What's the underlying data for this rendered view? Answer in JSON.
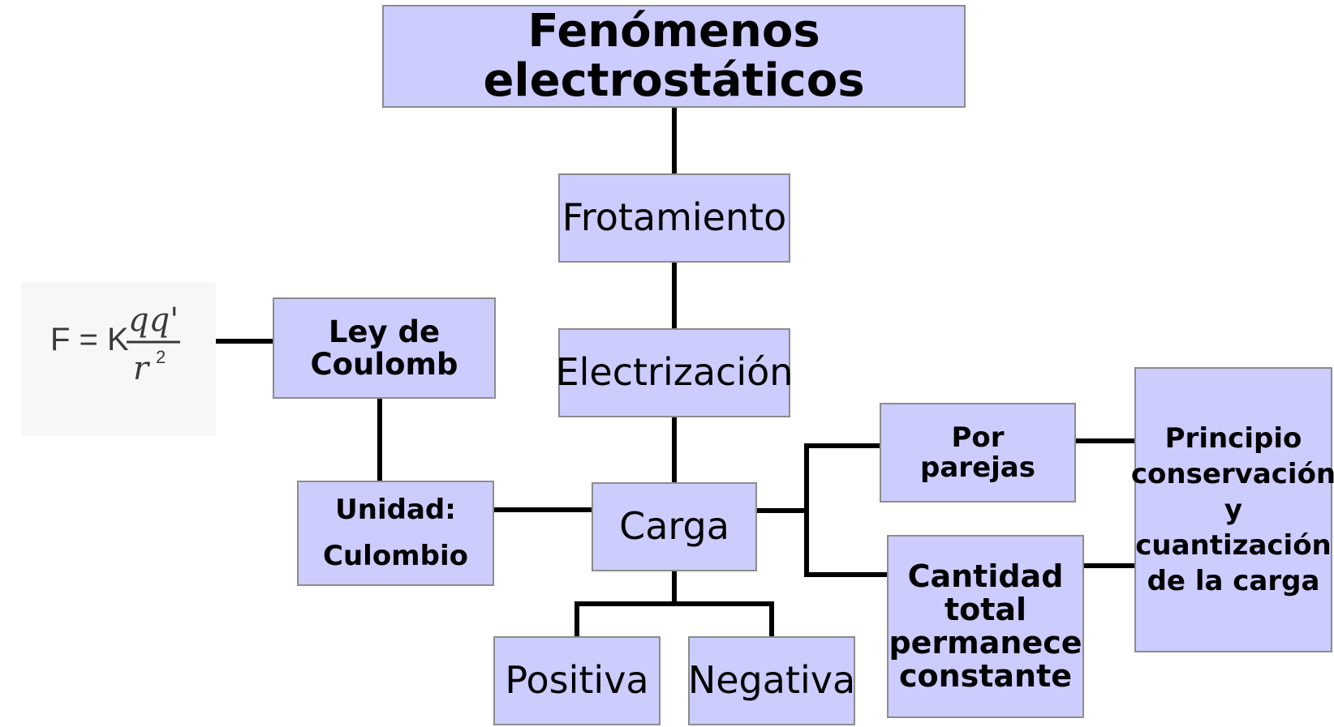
{
  "title": "Fenómenos electrostáticos",
  "nodes": {
    "frotamiento": "Frotamiento",
    "electrizacion": "Electrización",
    "carga": "Carga",
    "positiva": "Positiva",
    "negativa": "Negativa",
    "ley_coulomb": [
      "Ley de",
      "Coulomb"
    ],
    "unidad": [
      "Unidad:",
      "Culombio"
    ],
    "por_parejas": [
      "Por",
      "parejas"
    ],
    "cantidad_total": [
      "Cantidad",
      "total",
      "permanece",
      "constante"
    ],
    "principio": [
      "Principio",
      "conservación",
      "y",
      "cuantización",
      "de la carga"
    ]
  },
  "formula": {
    "lhs": "F = K",
    "numerator": "qq'",
    "denominator": "r",
    "exponent": "2"
  },
  "colors": {
    "node_fill": "#ccccff",
    "node_border": "#8c8c8c",
    "connector": "#000000"
  }
}
